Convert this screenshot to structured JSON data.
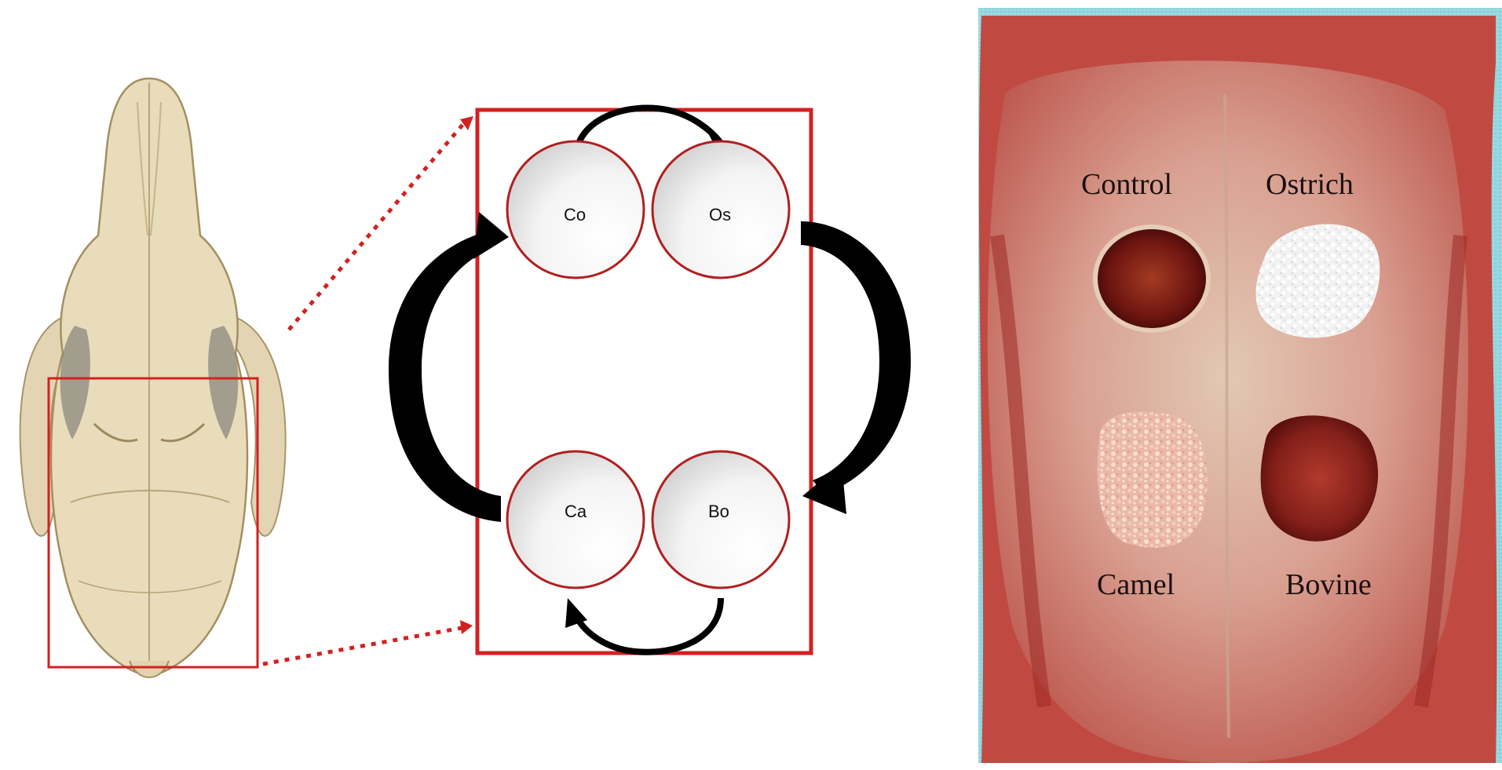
{
  "colors": {
    "frame_red": "#d42020",
    "circle_border": "#b02020",
    "arrow_black": "#000000",
    "bone": "#e8dcc0",
    "tissue": "#c85a50"
  },
  "diagram": {
    "circles": [
      {
        "key": "co",
        "label": "Co"
      },
      {
        "key": "os",
        "label": "Os"
      },
      {
        "key": "ca",
        "label": "Ca"
      },
      {
        "key": "bo",
        "label": "Bo"
      }
    ],
    "rotation": [
      "Co",
      "Os",
      "Bo",
      "Ca"
    ]
  },
  "photo": {
    "labels": {
      "control": "Control",
      "ostrich": "Ostrich",
      "camel": "Camel",
      "bovine": "Bovine"
    }
  }
}
